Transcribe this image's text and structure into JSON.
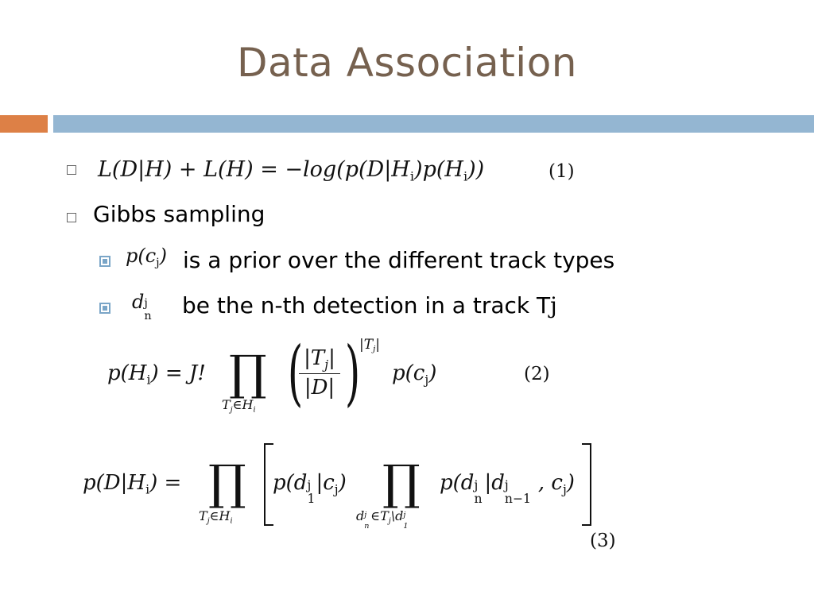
{
  "slide": {
    "title": "Data Association",
    "accent_orange": "#dd8046",
    "accent_blue": "#94b6d2",
    "title_color": "#76614f"
  },
  "eq1": {
    "text": "L(D|H) + L(H) = −log(p(D|H",
    "sub_i": "i",
    "mid": ")p(H",
    "sub_i2": "i",
    "end": "))",
    "number": "(1)"
  },
  "bullets": {
    "gibbs": "Gibbs sampling",
    "prior_math": "p(c",
    "prior_sub": "j",
    "prior_close": ")",
    "prior_text": "is a prior over the different track types",
    "det_math": "d",
    "det_sup": "j",
    "det_sub": "n",
    "det_text": "be the n-th detection in a track T",
    "det_tail": "j"
  },
  "eq2": {
    "lhs": "p(H",
    "lhs_sub": "i",
    "lhs_end": ") = J!",
    "prod_under": "T",
    "prod_under_sub": "j",
    "prod_under_end": "∈H",
    "prod_under_sub2": "i",
    "num": "|T",
    "num_sub": "j",
    "num_end": "|",
    "den": "|D|",
    "exp": "|T",
    "exp_sub": "j",
    "exp_end": "|",
    "rhs": "p(c",
    "rhs_sub": "j",
    "rhs_end": ")",
    "number": "(2)"
  },
  "eq3": {
    "lhs": "p(D|H",
    "lhs_sub": "i",
    "lhs_end": ") =",
    "under1": "T",
    "under1_sub": "j",
    "under1_end": "∈H",
    "under1_sub2": "i",
    "first": "p(d",
    "first_sup": "j",
    "first_sub": "1",
    "first_end": "|c",
    "first_sub2": "j",
    "first_close": ")",
    "under2": "d",
    "under2_sup": "j",
    "under2_sub": "n",
    "under2_mid": "∈T",
    "under2_sub2": "j",
    "under2_end": "\\d",
    "under2_sup3": "j",
    "under2_sub3": "1",
    "second": "p(d",
    "second_sup": "j",
    "second_sub": "n",
    "second_mid": "|d",
    "second_sup2": "j",
    "second_sub2": "n−1",
    "second_end": ", c",
    "second_sub3": "j",
    "second_close": ")",
    "number": "(3)"
  }
}
